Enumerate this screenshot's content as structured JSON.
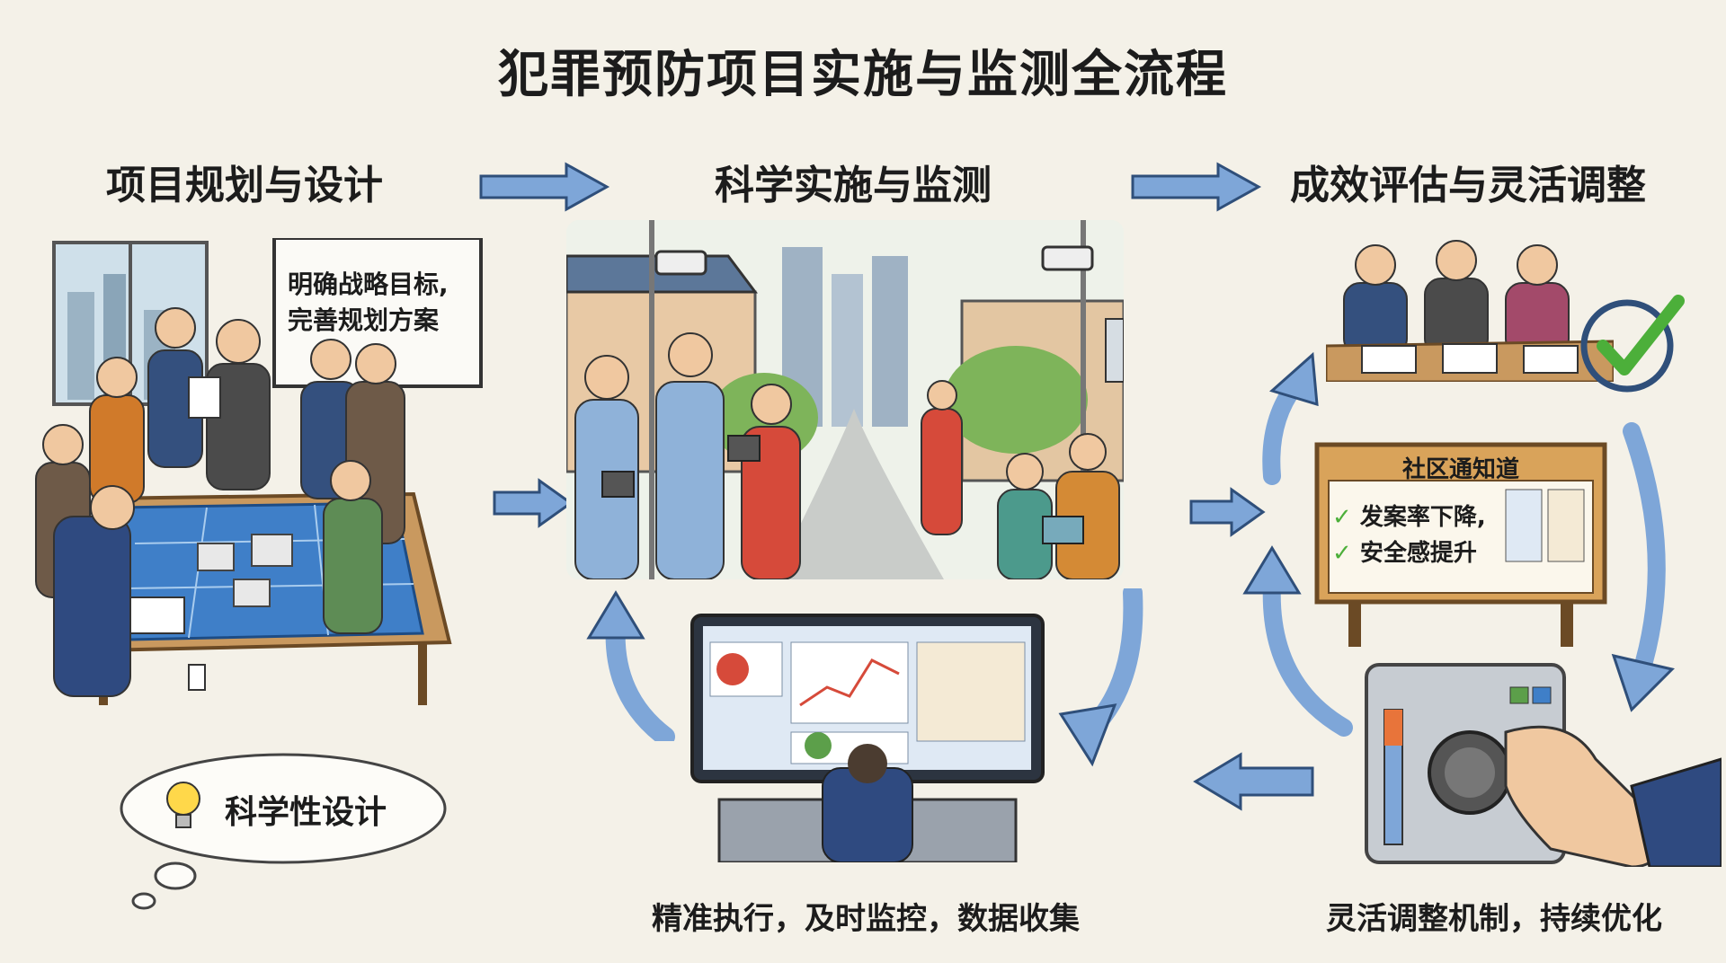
{
  "title": "犯罪预防项目实施与监测全流程",
  "stages": [
    {
      "heading": "项目规划与设计"
    },
    {
      "heading": "科学实施与监测"
    },
    {
      "heading": "成效评估与灵活调整"
    }
  ],
  "whiteboard": {
    "line1": "明确战略目标,",
    "line2": "完善规划方案"
  },
  "thought_bubble": {
    "label": "科学性设计",
    "icon": "lightbulb-icon"
  },
  "notice_board": {
    "title": "社区通知道",
    "items": [
      "发案率下降,",
      "安全感提升"
    ],
    "check_icon": "check-icon"
  },
  "captions": {
    "middle": "精准执行，及时监控，数据收集",
    "right": "灵活调整机制，持续优化"
  },
  "colors": {
    "arrow": "#7ea6d8",
    "arrow_outline": "#2f4f7a",
    "check": "#4caf3a",
    "board": "#d9a35a",
    "background": "#f4f1e8"
  }
}
